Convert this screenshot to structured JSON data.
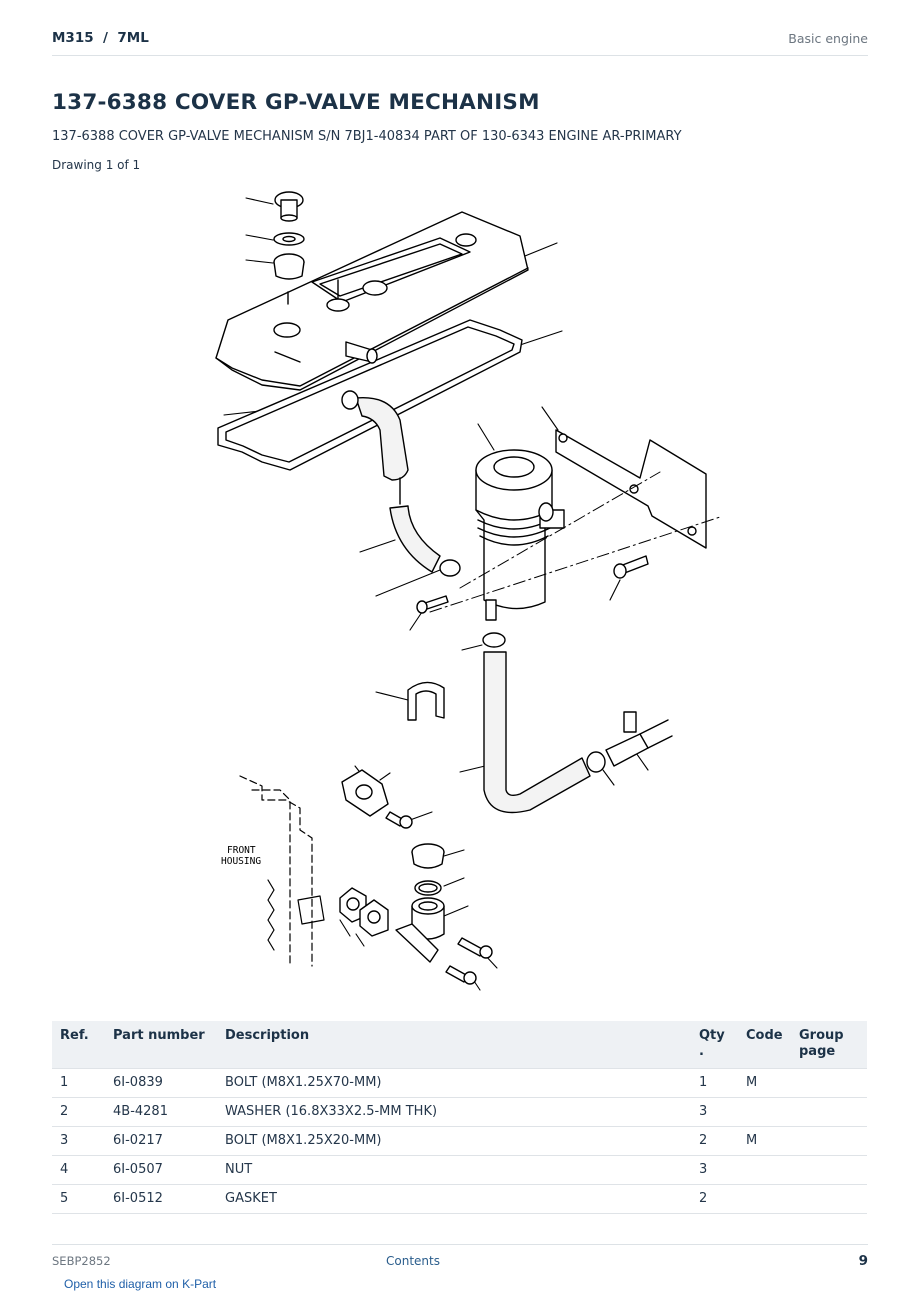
{
  "header": {
    "model": "M315",
    "separator": "/",
    "code": "7ML",
    "section": "Basic engine"
  },
  "title": "137-6388 COVER GP-VALVE MECHANISM",
  "subtitle": "137-6388 COVER GP-VALVE MECHANISM S/N 7BJ1-40834 PART OF 130-6343 ENGINE AR-PRIMARY",
  "drawing_label": "Drawing 1 of 1",
  "figure": {
    "label_line1": "FRONT",
    "label_line2": "HOUSING"
  },
  "table": {
    "headers": {
      "ref": "Ref.",
      "part_number": "Part number",
      "description": "Description",
      "qty_line1": "Qty",
      "qty_line2": ".",
      "code": "Code",
      "group_line1": "Group",
      "group_line2": "page"
    },
    "rows": [
      {
        "ref": "1",
        "part_number": "6I-0839",
        "description": "BOLT (M8X1.25X70-MM)",
        "qty": "1",
        "code": "M",
        "group": ""
      },
      {
        "ref": "2",
        "part_number": "4B-4281",
        "description": "WASHER (16.8X33X2.5-MM THK)",
        "qty": "3",
        "code": "",
        "group": ""
      },
      {
        "ref": "3",
        "part_number": "6I-0217",
        "description": "BOLT (M8X1.25X20-MM)",
        "qty": "2",
        "code": "M",
        "group": ""
      },
      {
        "ref": "4",
        "part_number": "6I-0507",
        "description": "NUT",
        "qty": "3",
        "code": "",
        "group": ""
      },
      {
        "ref": "5",
        "part_number": "6I-0512",
        "description": "GASKET",
        "qty": "2",
        "code": "",
        "group": ""
      }
    ]
  },
  "footer": {
    "doc_id": "SEBP2852",
    "contents_link": "Contents",
    "page_number": "9"
  },
  "kpart_link": "Open this diagram on K-Part"
}
